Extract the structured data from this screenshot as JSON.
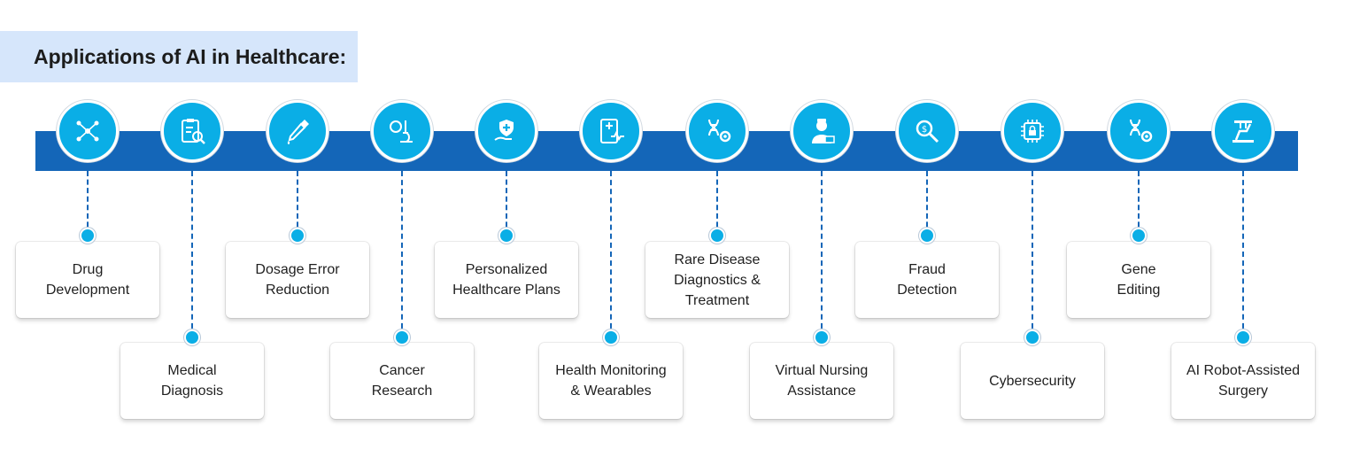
{
  "title": "Applications of AI in Healthcare:",
  "colors": {
    "band": "#1466b8",
    "node": "#0aaee6",
    "title_bg": "#d6e6fb"
  },
  "items": [
    {
      "label": "Drug\nDevelopment",
      "icon": "molecule-icon"
    },
    {
      "label": "Medical\nDiagnosis",
      "icon": "clipboard-magnifier-icon"
    },
    {
      "label": "Dosage Error\nReduction",
      "icon": "dropper-icon"
    },
    {
      "label": "Cancer\nResearch",
      "icon": "microscope-icon"
    },
    {
      "label": "Personalized\nHealthcare Plans",
      "icon": "hand-shield-icon"
    },
    {
      "label": "Health Monitoring\n& Wearables",
      "icon": "monitor-heartbeat-icon"
    },
    {
      "label": "Rare Disease\nDiagnostics &\nTreatment",
      "icon": "dna-gear-icon"
    },
    {
      "label": "Virtual Nursing\nAssistance",
      "icon": "nurse-icon"
    },
    {
      "label": "Fraud\nDetection",
      "icon": "magnifier-money-icon"
    },
    {
      "label": "Cybersecurity",
      "icon": "chip-lock-icon"
    },
    {
      "label": "Gene\nEditing",
      "icon": "dna-gear-icon"
    },
    {
      "label": "AI Robot-Assisted\nSurgery",
      "icon": "robot-arm-icon"
    }
  ]
}
